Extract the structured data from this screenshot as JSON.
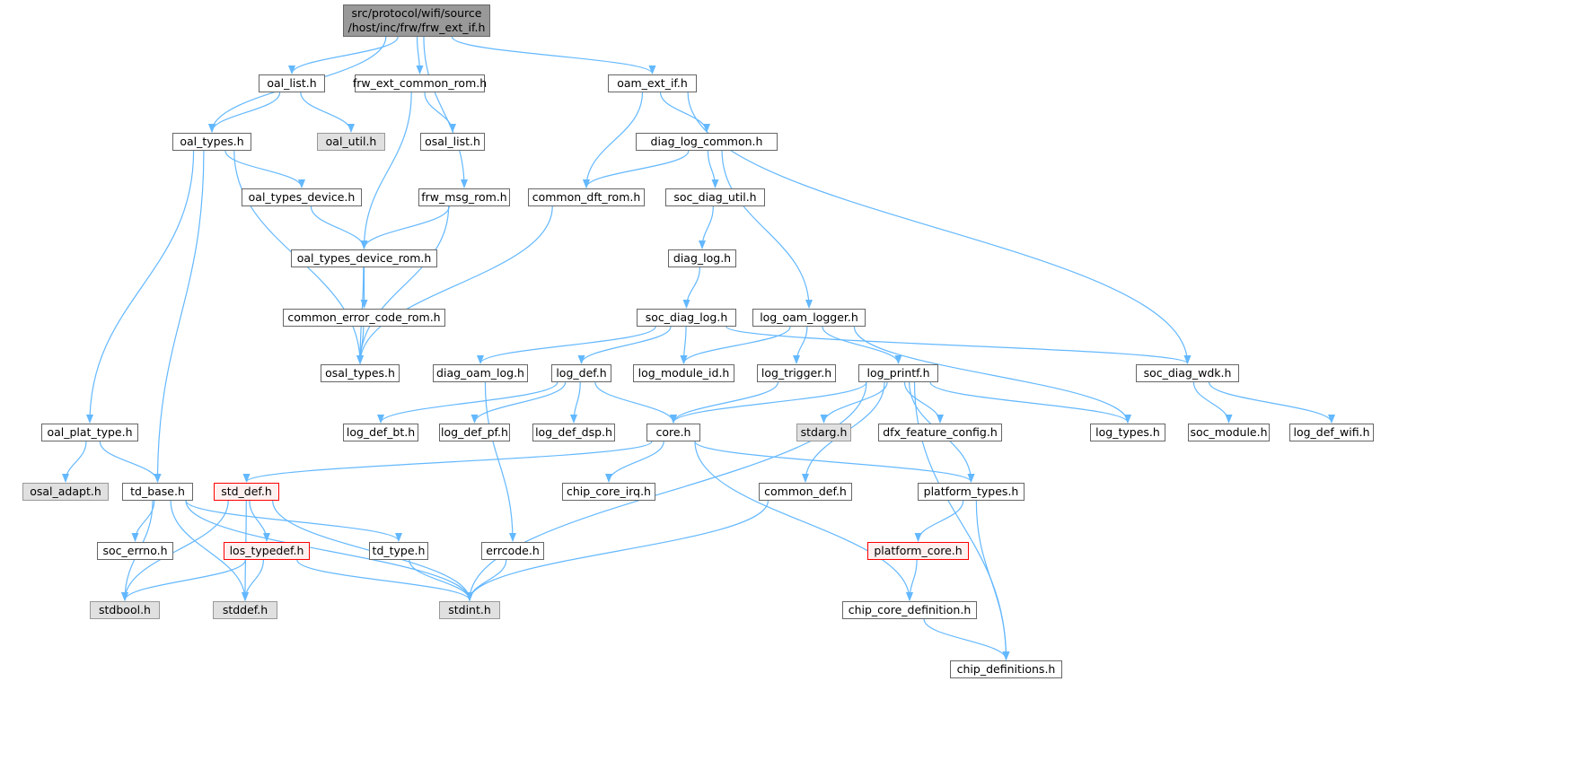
{
  "graph": {
    "title": "Include dependency graph for frw_ext_if.h",
    "edge_color": "#63b8ff",
    "nodes": {
      "root": {
        "label": "src/protocol/wifi/source\n/host/inc/frw/frw_ext_if.h",
        "style": "root"
      },
      "oal_list": {
        "label": "oal_list.h"
      },
      "frw_ext_common_rom": {
        "label": "frw_ext_common_rom.h"
      },
      "oam_ext_if": {
        "label": "oam_ext_if.h"
      },
      "oal_types": {
        "label": "oal_types.h"
      },
      "oal_util": {
        "label": "oal_util.h",
        "style": "gray"
      },
      "osal_list": {
        "label": "osal_list.h"
      },
      "diag_log_common": {
        "label": "diag_log_common.h"
      },
      "oal_types_device": {
        "label": "oal_types_device.h"
      },
      "frw_msg_rom": {
        "label": "frw_msg_rom.h"
      },
      "common_dft_rom": {
        "label": "common_dft_rom.h"
      },
      "soc_diag_util": {
        "label": "soc_diag_util.h"
      },
      "oal_types_device_rom": {
        "label": "oal_types_device_rom.h"
      },
      "diag_log": {
        "label": "diag_log.h"
      },
      "common_error_code_rom": {
        "label": "common_error_code_rom.h"
      },
      "soc_diag_log": {
        "label": "soc_diag_log.h"
      },
      "log_oam_logger": {
        "label": "log_oam_logger.h"
      },
      "osal_types": {
        "label": "osal_types.h"
      },
      "diag_oam_log": {
        "label": "diag_oam_log.h"
      },
      "log_def": {
        "label": "log_def.h"
      },
      "log_module_id": {
        "label": "log_module_id.h"
      },
      "log_trigger": {
        "label": "log_trigger.h"
      },
      "log_printf": {
        "label": "log_printf.h"
      },
      "soc_diag_wdk": {
        "label": "soc_diag_wdk.h"
      },
      "oal_plat_type": {
        "label": "oal_plat_type.h"
      },
      "log_def_bt": {
        "label": "log_def_bt.h"
      },
      "log_def_pf": {
        "label": "log_def_pf.h"
      },
      "log_def_dsp": {
        "label": "log_def_dsp.h"
      },
      "core": {
        "label": "core.h"
      },
      "stdarg": {
        "label": "stdarg.h",
        "style": "gray"
      },
      "dfx_feature_config": {
        "label": "dfx_feature_config.h"
      },
      "log_types": {
        "label": "log_types.h"
      },
      "soc_module": {
        "label": "soc_module.h"
      },
      "log_def_wifi": {
        "label": "log_def_wifi.h"
      },
      "osal_adapt": {
        "label": "osal_adapt.h",
        "style": "gray"
      },
      "td_base": {
        "label": "td_base.h"
      },
      "std_def": {
        "label": "std_def.h",
        "style": "red"
      },
      "chip_core_irq": {
        "label": "chip_core_irq.h"
      },
      "common_def": {
        "label": "common_def.h"
      },
      "platform_types": {
        "label": "platform_types.h"
      },
      "soc_errno": {
        "label": "soc_errno.h"
      },
      "los_typedef": {
        "label": "los_typedef.h",
        "style": "red"
      },
      "td_type": {
        "label": "td_type.h"
      },
      "errcode": {
        "label": "errcode.h"
      },
      "platform_core": {
        "label": "platform_core.h",
        "style": "red"
      },
      "stdbool": {
        "label": "stdbool.h",
        "style": "gray"
      },
      "stddef": {
        "label": "stddef.h",
        "style": "gray"
      },
      "stdint": {
        "label": "stdint.h",
        "style": "gray"
      },
      "chip_core_definition": {
        "label": "chip_core_definition.h"
      },
      "chip_definitions": {
        "label": "chip_definitions.h"
      }
    },
    "edges": [
      [
        "root",
        "oal_types"
      ],
      [
        "root",
        "oal_list"
      ],
      [
        "root",
        "frw_ext_common_rom"
      ],
      [
        "root",
        "frw_msg_rom"
      ],
      [
        "root",
        "oam_ext_if"
      ],
      [
        "oal_list",
        "oal_types"
      ],
      [
        "oal_list",
        "oal_util"
      ],
      [
        "frw_ext_common_rom",
        "oal_types_device_rom"
      ],
      [
        "frw_ext_common_rom",
        "osal_list"
      ],
      [
        "oam_ext_if",
        "common_dft_rom"
      ],
      [
        "oam_ext_if",
        "diag_log_common"
      ],
      [
        "oam_ext_if",
        "soc_diag_wdk"
      ],
      [
        "oal_types",
        "oal_types_device"
      ],
      [
        "oal_types",
        "osal_types"
      ],
      [
        "oal_types",
        "oal_plat_type"
      ],
      [
        "oal_types",
        "td_base"
      ],
      [
        "diag_log_common",
        "common_dft_rom"
      ],
      [
        "diag_log_common",
        "soc_diag_util"
      ],
      [
        "diag_log_common",
        "log_oam_logger"
      ],
      [
        "oal_types_device",
        "oal_types_device_rom"
      ],
      [
        "frw_msg_rom",
        "oal_types_device_rom"
      ],
      [
        "frw_msg_rom",
        "osal_types"
      ],
      [
        "common_dft_rom",
        "osal_types"
      ],
      [
        "soc_diag_util",
        "diag_log"
      ],
      [
        "oal_types_device_rom",
        "common_error_code_rom"
      ],
      [
        "oal_types_device_rom",
        "osal_types"
      ],
      [
        "diag_log",
        "soc_diag_log"
      ],
      [
        "common_error_code_rom",
        "osal_types"
      ],
      [
        "soc_diag_log",
        "diag_oam_log"
      ],
      [
        "soc_diag_log",
        "log_def"
      ],
      [
        "soc_diag_log",
        "log_module_id"
      ],
      [
        "soc_diag_log",
        "soc_diag_wdk"
      ],
      [
        "log_oam_logger",
        "log_module_id"
      ],
      [
        "log_oam_logger",
        "log_trigger"
      ],
      [
        "log_oam_logger",
        "log_printf"
      ],
      [
        "log_oam_logger",
        "log_types"
      ],
      [
        "diag_oam_log",
        "errcode"
      ],
      [
        "log_def",
        "log_def_bt"
      ],
      [
        "log_def",
        "log_def_pf"
      ],
      [
        "log_def",
        "log_def_dsp"
      ],
      [
        "log_def",
        "core"
      ],
      [
        "log_trigger",
        "core"
      ],
      [
        "log_printf",
        "core"
      ],
      [
        "log_printf",
        "stdarg"
      ],
      [
        "log_printf",
        "dfx_feature_config"
      ],
      [
        "log_printf",
        "log_types"
      ],
      [
        "log_printf",
        "stdint"
      ],
      [
        "log_printf",
        "common_def"
      ],
      [
        "log_printf",
        "platform_types"
      ],
      [
        "log_printf",
        "chip_definitions"
      ],
      [
        "soc_diag_wdk",
        "soc_module"
      ],
      [
        "soc_diag_wdk",
        "log_def_wifi"
      ],
      [
        "oal_plat_type",
        "osal_adapt"
      ],
      [
        "oal_plat_type",
        "td_base"
      ],
      [
        "core",
        "std_def"
      ],
      [
        "core",
        "chip_core_irq"
      ],
      [
        "core",
        "platform_types"
      ],
      [
        "core",
        "chip_core_definition"
      ],
      [
        "td_base",
        "stdbool"
      ],
      [
        "td_base",
        "soc_errno"
      ],
      [
        "td_base",
        "stddef"
      ],
      [
        "td_base",
        "stdint"
      ],
      [
        "td_base",
        "td_type"
      ],
      [
        "std_def",
        "stdbool"
      ],
      [
        "std_def",
        "los_typedef"
      ],
      [
        "std_def",
        "stdint"
      ],
      [
        "std_def",
        "stddef"
      ],
      [
        "common_def",
        "stdint"
      ],
      [
        "platform_types",
        "platform_core"
      ],
      [
        "platform_types",
        "chip_definitions"
      ],
      [
        "los_typedef",
        "stdbool"
      ],
      [
        "los_typedef",
        "stddef"
      ],
      [
        "los_typedef",
        "stdint"
      ],
      [
        "td_type",
        "stdint"
      ],
      [
        "errcode",
        "stdint"
      ],
      [
        "platform_core",
        "chip_core_definition"
      ],
      [
        "chip_core_definition",
        "chip_definitions"
      ]
    ]
  }
}
